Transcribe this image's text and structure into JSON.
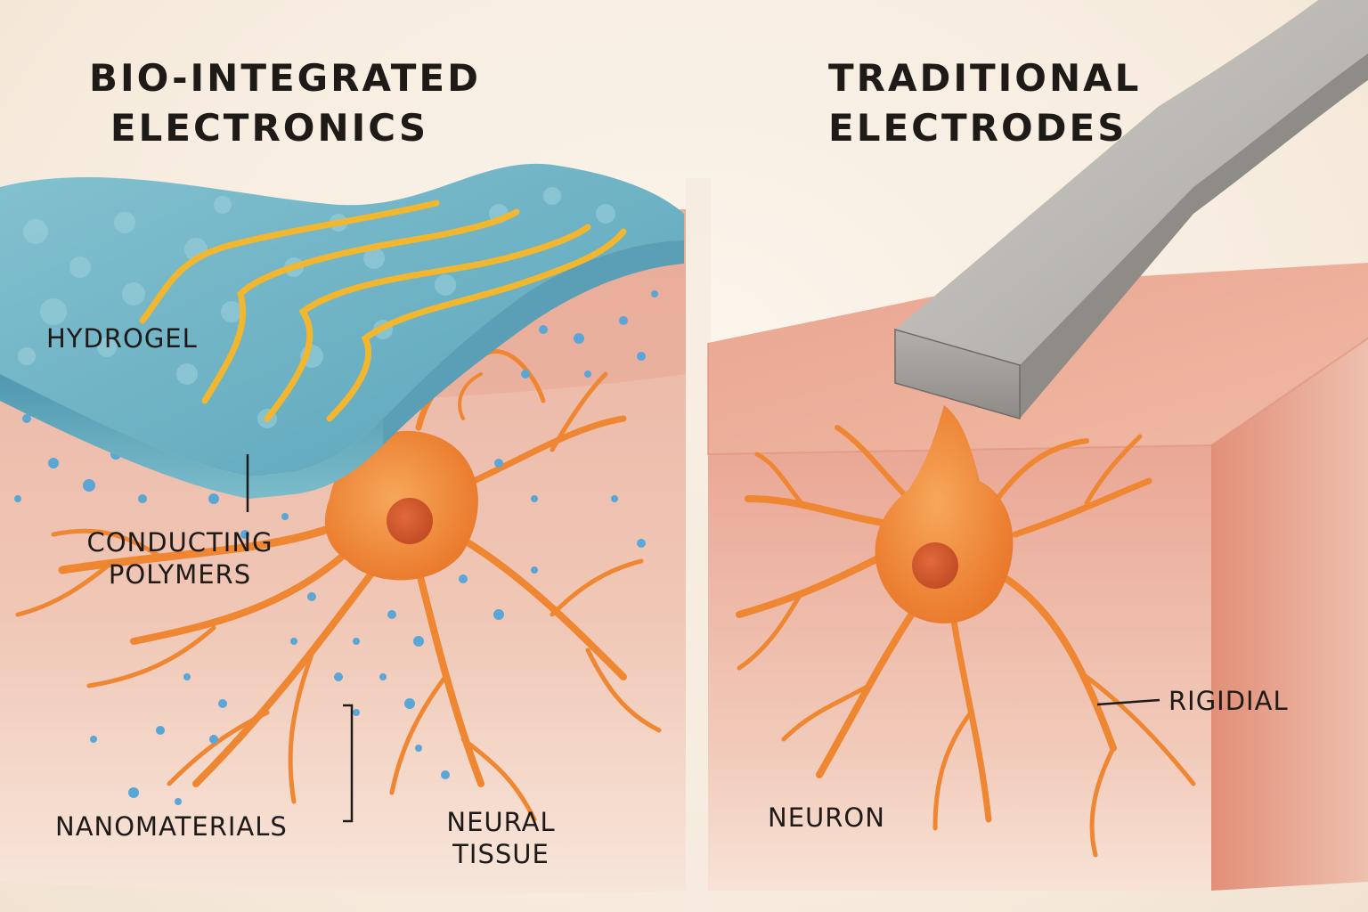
{
  "titles": {
    "left": [
      "BIO-INTEGRATED",
      "ELECTRONICS"
    ],
    "right": [
      "TRADITIONAL",
      "ELECTRODES"
    ]
  },
  "labels": {
    "hydrogel": "HYDROGEL",
    "conducting_polymers": [
      "CONDUCTING",
      "POLYMERS"
    ],
    "nanomaterials": "NANOMATERIALS",
    "neural_tissue": [
      "NEURAL",
      "TISSUE"
    ],
    "rigidial": "RIGIDIAL",
    "neuron": "NEURON"
  },
  "colors": {
    "background": "#f8efe4",
    "hydrogel": "#6fb2c6",
    "conductor": "#f2b72e",
    "tissue": "#e7a592",
    "neuron": "#f08a32",
    "nucleus": "#d4562c",
    "electrode": "#a7a4a0",
    "nanoparticle": "#5aa6d6"
  }
}
